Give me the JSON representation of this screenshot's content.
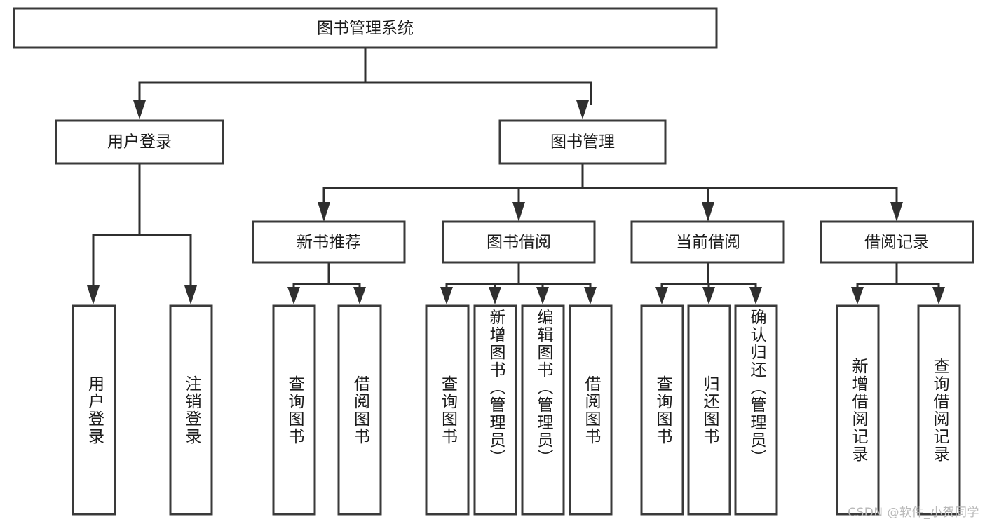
{
  "diagram": {
    "type": "tree-hierarchy",
    "title": "图书管理系统",
    "orientation": "top-down",
    "colors": {
      "box_stroke": "#3a3a3a",
      "box_fill": "#ffffff",
      "edge": "#2f2f2f",
      "text": "#1b1b1b",
      "background": "#ffffff",
      "watermark": "#b9b9b9"
    },
    "root": {
      "label": "图书管理系统"
    },
    "level1": [
      {
        "id": "user-login",
        "label": "用户登录"
      },
      {
        "id": "book-management",
        "label": "图书管理"
      }
    ],
    "level2": [
      {
        "id": "new-book-recommend",
        "label": "新书推荐",
        "parent": "book-management"
      },
      {
        "id": "book-borrow",
        "label": "图书借阅",
        "parent": "book-management"
      },
      {
        "id": "current-borrow",
        "label": "当前借阅",
        "parent": "book-management"
      },
      {
        "id": "borrow-record",
        "label": "借阅记录",
        "parent": "book-management"
      }
    ],
    "leaves": {
      "user-login": [
        {
          "id": "leaf-user-login",
          "label": "用户登录"
        },
        {
          "id": "leaf-logout-login",
          "label": "注销登录"
        }
      ],
      "new-book-recommend": [
        {
          "id": "leaf-query-book-1",
          "label": "查询图书"
        },
        {
          "id": "leaf-borrow-book-1",
          "label": "借阅图书"
        }
      ],
      "book-borrow": [
        {
          "id": "leaf-query-book-2",
          "label": "查询图书"
        },
        {
          "id": "leaf-add-book",
          "label": "新增图书（管理员）"
        },
        {
          "id": "leaf-edit-book",
          "label": "编辑图书（管理员）"
        },
        {
          "id": "leaf-borrow-book-2",
          "label": "借阅图书"
        }
      ],
      "current-borrow": [
        {
          "id": "leaf-query-book-3",
          "label": "查询图书"
        },
        {
          "id": "leaf-return-book",
          "label": "归还图书"
        },
        {
          "id": "leaf-confirm-return",
          "label": "确认归还（管理员）"
        }
      ],
      "borrow-record": [
        {
          "id": "leaf-add-record",
          "label": "新增借阅记录"
        },
        {
          "id": "leaf-query-record",
          "label": "查询借阅记录"
        }
      ]
    },
    "watermark": "CSDN @软件_小贺同学"
  }
}
